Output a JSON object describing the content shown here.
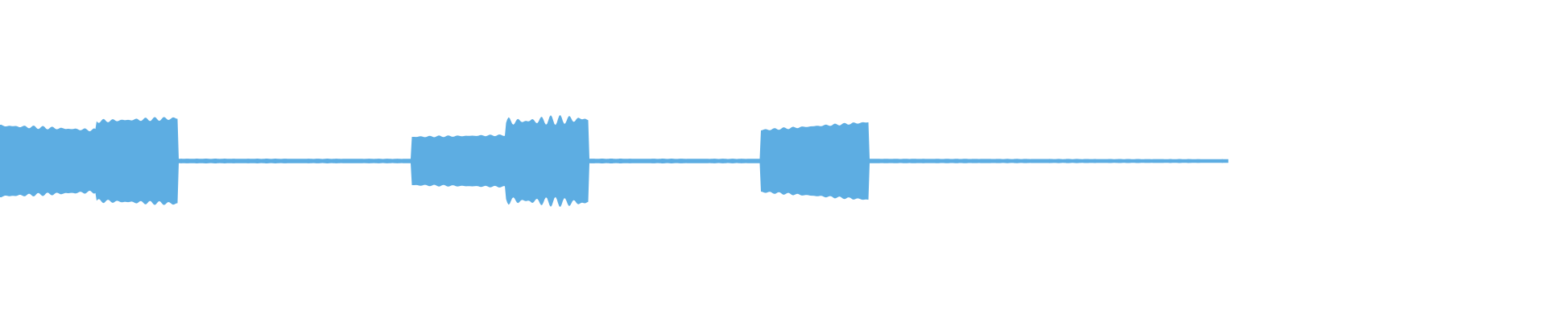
{
  "waveform": {
    "color": "#5dade2",
    "amplitude_range": [
      -1,
      1
    ],
    "time_range": [
      0,
      1
    ],
    "played_until": 0.795,
    "segments": [
      {
        "start": 0.0,
        "end": 0.062,
        "a0": 0.6,
        "a1": 0.52,
        "noise": 0.03
      },
      {
        "start": 0.062,
        "end": 0.115,
        "a0": 0.68,
        "a1": 0.73,
        "noise": 0.035
      },
      {
        "start": 0.115,
        "end": 0.266,
        "a0": 0.012,
        "a1": 0.01,
        "noise": 0.003
      },
      {
        "start": 0.266,
        "end": 0.327,
        "a0": 0.4,
        "a1": 0.43,
        "noise": 0.015
      },
      {
        "start": 0.327,
        "end": 0.381,
        "a0": 0.67,
        "a1": 0.72,
        "noise": 0.09
      },
      {
        "start": 0.381,
        "end": 0.492,
        "a0": 0.012,
        "a1": 0.01,
        "noise": 0.003
      },
      {
        "start": 0.492,
        "end": 0.562,
        "a0": 0.52,
        "a1": 0.66,
        "noise": 0.02
      },
      {
        "start": 0.562,
        "end": 0.795,
        "a0": 0.01,
        "a1": 0.004,
        "noise": 0.002
      }
    ]
  }
}
